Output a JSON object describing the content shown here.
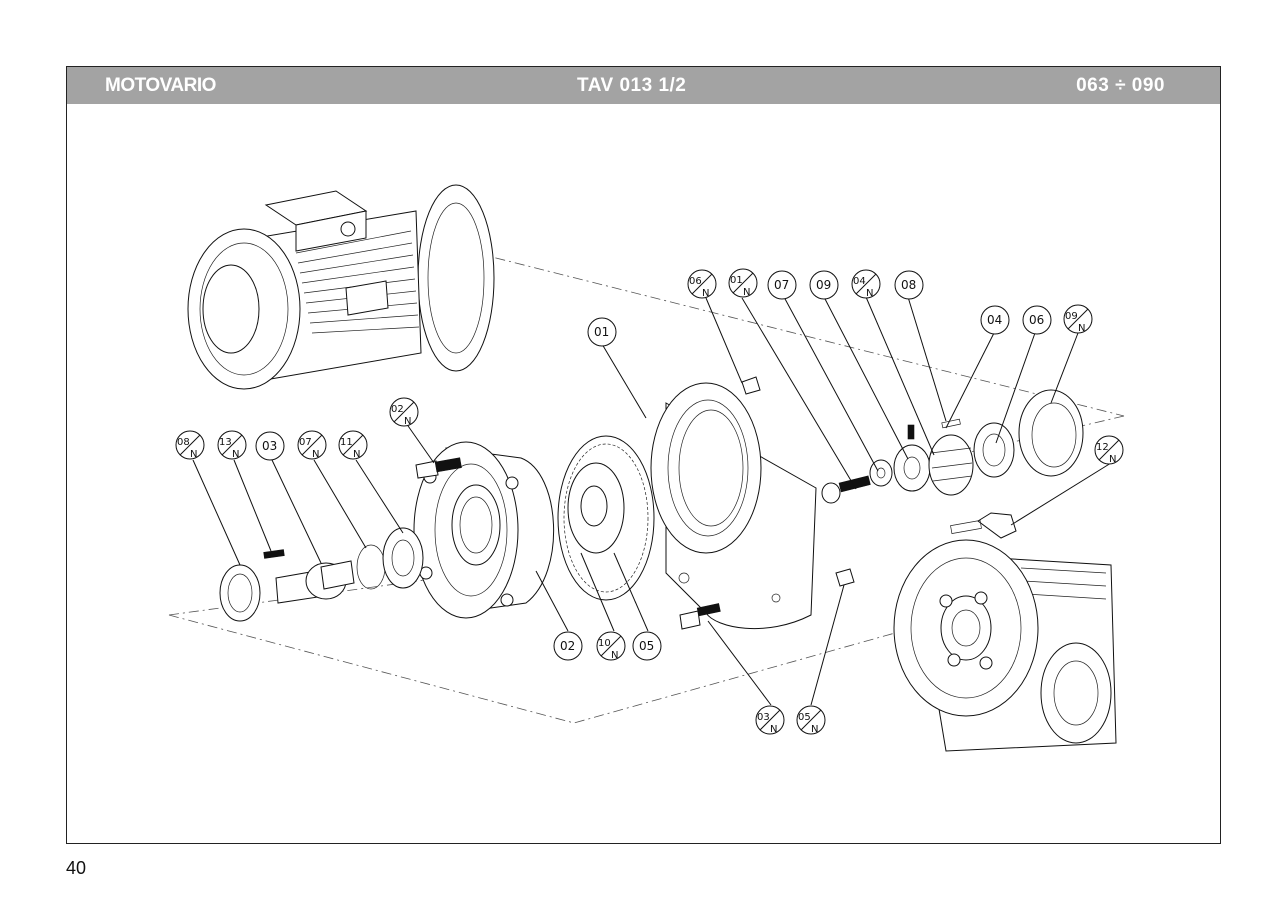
{
  "header": {
    "brand": "MOTOVARIO",
    "table_code": "TAV 013  1/2",
    "size_range": "063 ÷ 090"
  },
  "page_number": "40",
  "callouts": {
    "c_06N": {
      "num": "06",
      "suffix": "N"
    },
    "c_01N": {
      "num": "01",
      "suffix": "N"
    },
    "c_07": {
      "num": "07"
    },
    "c_09": {
      "num": "09"
    },
    "c_04N": {
      "num": "04",
      "suffix": "N"
    },
    "c_08": {
      "num": "08"
    },
    "c_04": {
      "num": "04"
    },
    "c_06": {
      "num": "06"
    },
    "c_09N": {
      "num": "09",
      "suffix": "N"
    },
    "c_01": {
      "num": "01"
    },
    "c_02N": {
      "num": "02",
      "suffix": "N"
    },
    "c_08N": {
      "num": "08",
      "suffix": "N"
    },
    "c_13N": {
      "num": "13",
      "suffix": "N"
    },
    "c_03": {
      "num": "03"
    },
    "c_07N": {
      "num": "07",
      "suffix": "N"
    },
    "c_11N": {
      "num": "11",
      "suffix": "N"
    },
    "c_12N": {
      "num": "12",
      "suffix": "N"
    },
    "c_02": {
      "num": "02"
    },
    "c_10N": {
      "num": "10",
      "suffix": "N"
    },
    "c_05": {
      "num": "05"
    },
    "c_03N": {
      "num": "03",
      "suffix": "N"
    },
    "c_05N": {
      "num": "05",
      "suffix": "N"
    }
  }
}
